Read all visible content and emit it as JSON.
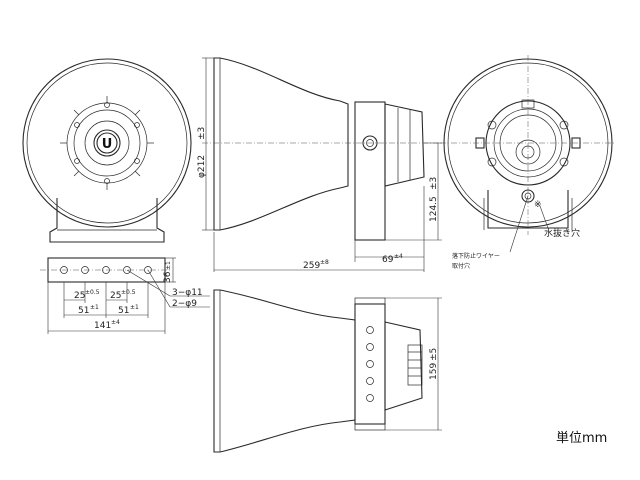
{
  "drawing": {
    "unit_label": "単位mm",
    "note_label": "水抜き穴",
    "note_mark": "※",
    "callout_line1": "落下防止ワイヤー",
    "callout_line2": "取付穴",
    "logo_letter": "U"
  },
  "dimensions": {
    "diameter": "φ212",
    "diameter_tol": "±3",
    "length": "259",
    "length_tol": "±8",
    "depth": "69",
    "depth_tol": "±4",
    "height": "124.5",
    "height_tol": "±3",
    "bracket_height": "159",
    "bracket_height_tol": "±5",
    "bracket_width": "141",
    "bracket_width_tol": "±4",
    "foot_height": "36",
    "foot_height_tol": "±1",
    "pitch_a": "25",
    "pitch_a_tol": "±0.5",
    "pitch_b": "25",
    "pitch_b_tol": "±0.5",
    "span_a": "51",
    "span_a_tol": "±1",
    "span_b": "51",
    "span_b_tol": "±1",
    "hole_large": "3−φ11",
    "hole_small": "2−φ9"
  }
}
